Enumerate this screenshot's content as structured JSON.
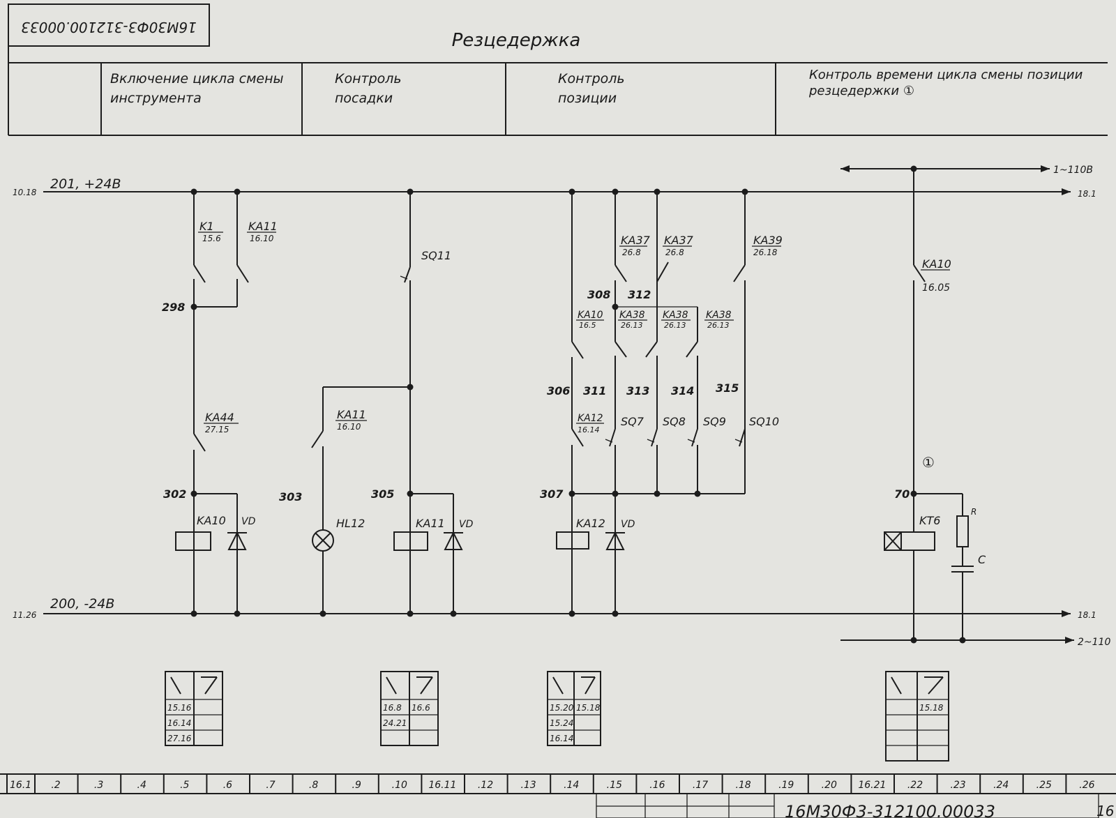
{
  "drawing_number": "16М30Ф3-312100.00033",
  "title": "Резцедержка",
  "header_cells": [
    "",
    "Включение цикла смены инструмента",
    "Контроль посадки",
    "Контроль позиции",
    "Контроль времени цикла смены позиции резцедержки ①"
  ],
  "buses": {
    "top_label": "201, +24В",
    "top_left_ref": "10.18",
    "top_right_ref": "18.1",
    "bottom_label": "200, -24В",
    "bottom_left_ref": "11.26",
    "bottom_right_ref": "18.1",
    "ac_top": "1~110В",
    "ac_bottom": "2~110"
  },
  "components": {
    "k1": "K1",
    "k1_ref": "15.6",
    "ka11a": "KA11",
    "ka11a_ref": "16.10",
    "ka44": "KA44",
    "ka44_ref": "27.15",
    "ka10coil": "KA10",
    "vd": "VD",
    "ka11b": "KA11",
    "ka11b_ref": "16.10",
    "hl12": "HL12",
    "sq11": "SQ11",
    "ka11coil": "KA11",
    "ka37a": "KA37",
    "ka37a_ref": "26.8",
    "ka37b": "KA37",
    "ka37b_ref": "26.8",
    "ka39": "KA39",
    "ka39_ref": "26.18",
    "ka10c": "KA10",
    "ka10c_ref": "16.5",
    "ka38a": "KA38",
    "ka38a_ref": "26.13",
    "ka38b": "KA38",
    "ka38b_ref": "26.13",
    "ka38c": "KA38",
    "ka38c_ref": "26.13",
    "ka12": "KA12",
    "ka12_ref": "16.14",
    "sq7": "SQ7",
    "sq8": "SQ8",
    "sq9": "SQ9",
    "sq10": "SQ10",
    "ka12coil": "KA12",
    "ka10r": "KA10",
    "ka10r_ref": "16.05",
    "kt6": "KT6",
    "r": "R",
    "c": "C",
    "circ1": "①"
  },
  "nodes": {
    "n298": "298",
    "n302": "302",
    "n303": "303",
    "n305": "305",
    "n306": "306",
    "n307": "307",
    "n308": "308",
    "n311": "311",
    "n312": "312",
    "n313": "313",
    "n314": "314",
    "n315": "315",
    "n70": "70"
  },
  "ref_tables": [
    {
      "rows": [
        [
          "15.16",
          ""
        ],
        [
          "16.14",
          ""
        ],
        [
          "27.16",
          ""
        ]
      ]
    },
    {
      "rows": [
        [
          "16.8",
          "16.6"
        ],
        [
          "24.21",
          ""
        ],
        [
          "",
          ""
        ]
      ]
    },
    {
      "rows": [
        [
          "15.20",
          "15.18"
        ],
        [
          "15.24",
          ""
        ],
        [
          "16.14",
          ""
        ]
      ]
    },
    {
      "rows": [
        [
          "",
          "15.18"
        ],
        [
          "",
          ""
        ],
        [
          "",
          ""
        ],
        [
          "",
          ""
        ]
      ]
    }
  ],
  "ruler": {
    "first": "16.1",
    "cells": [
      ".2",
      ".3",
      ".4",
      ".5",
      ".6",
      ".7",
      ".8",
      ".9",
      ".10",
      "16.11",
      ".12",
      ".13",
      ".14",
      ".15",
      ".16",
      ".17",
      ".18",
      ".19",
      ".20",
      "16.21",
      ".22",
      ".23",
      ".24",
      ".25",
      ".26"
    ]
  },
  "stamp": {
    "number": "16М30Ф3-312100.00033",
    "sheet": "16"
  }
}
